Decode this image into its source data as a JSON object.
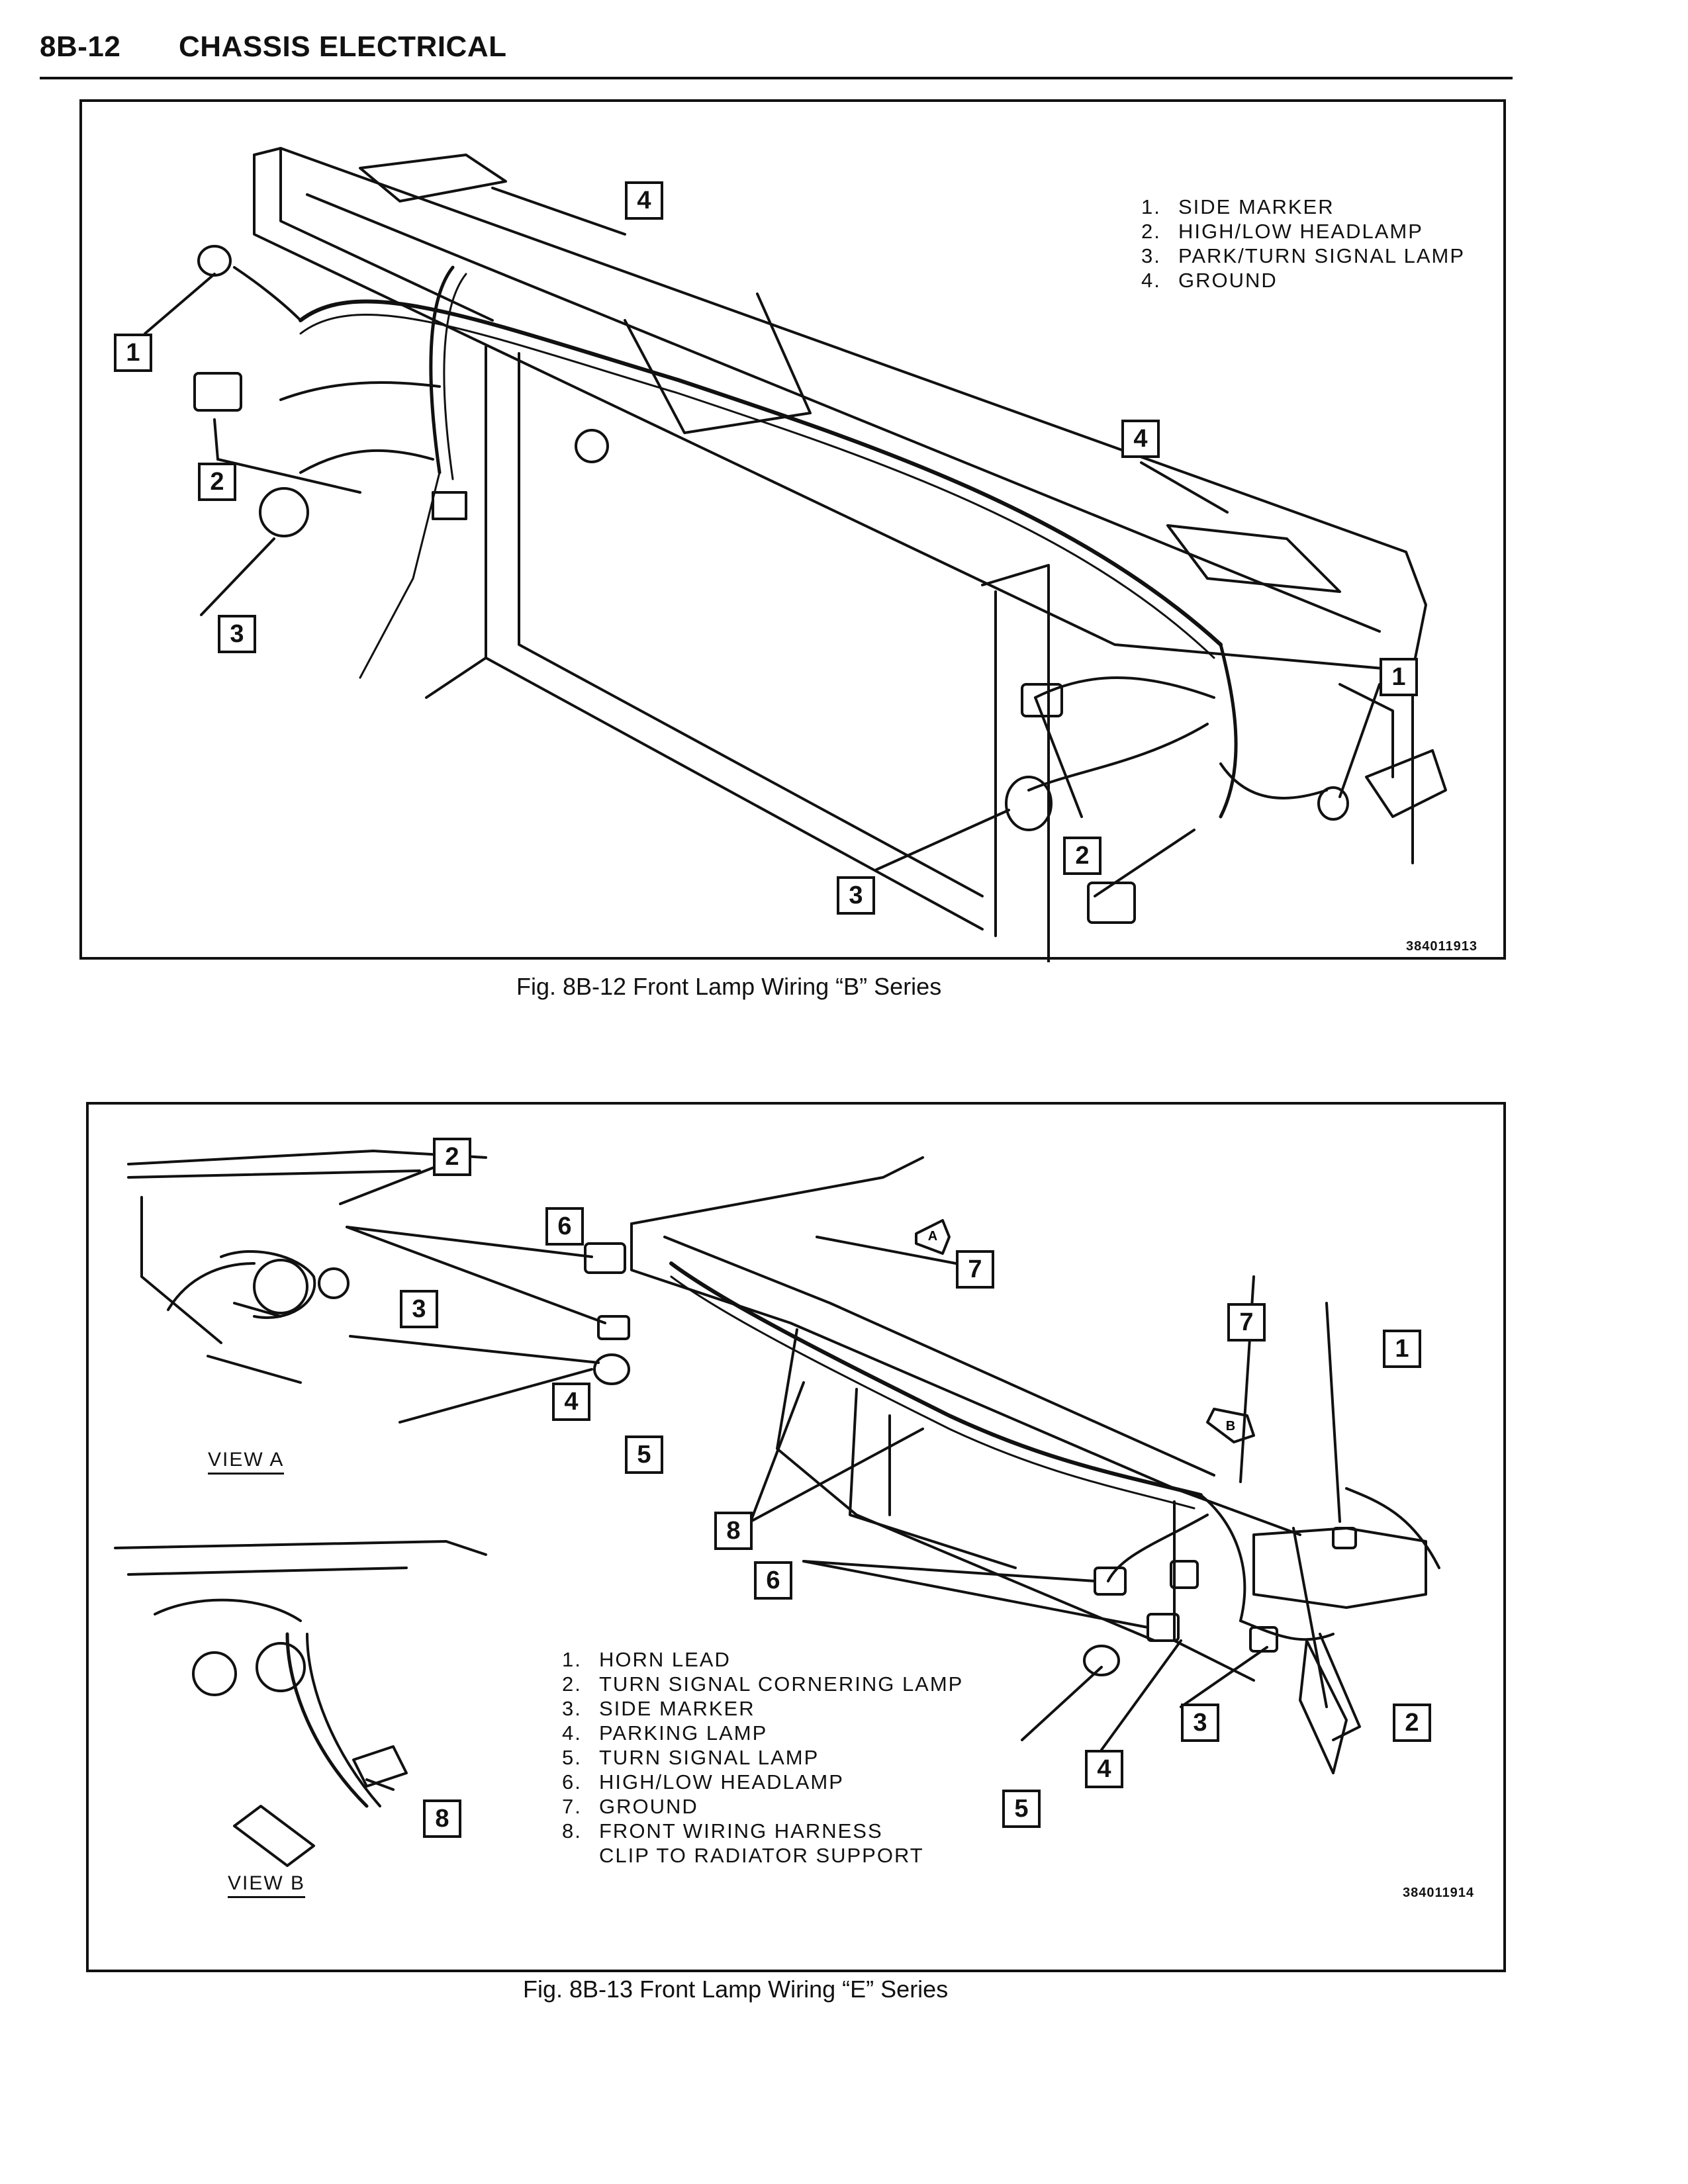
{
  "header": {
    "page_number": "8B-12",
    "section_title": "CHASSIS ELECTRICAL"
  },
  "figure_b": {
    "legend": [
      {
        "num": "1.",
        "text": "SIDE MARKER"
      },
      {
        "num": "2.",
        "text": "HIGH/LOW HEADLAMP"
      },
      {
        "num": "3.",
        "text": "PARK/TURN SIGNAL LAMP"
      },
      {
        "num": "4.",
        "text": "GROUND"
      }
    ],
    "callouts": [
      "4",
      "1",
      "2",
      "3",
      "4",
      "1",
      "2",
      "3"
    ],
    "drawing_number": "384011913",
    "caption": "Fig. 8B-12 Front Lamp Wiring “B” Series"
  },
  "figure_e": {
    "legend": [
      {
        "num": "1.",
        "text": "HORN LEAD"
      },
      {
        "num": "2.",
        "text": "TURN SIGNAL CORNERING LAMP"
      },
      {
        "num": "3.",
        "text": "SIDE MARKER"
      },
      {
        "num": "4.",
        "text": "PARKING LAMP"
      },
      {
        "num": "5.",
        "text": "TURN SIGNAL LAMP"
      },
      {
        "num": "6.",
        "text": "HIGH/LOW HEADLAMP"
      },
      {
        "num": "7.",
        "text": "GROUND"
      },
      {
        "num": "8.",
        "text": "FRONT WIRING HARNESS"
      },
      {
        "num": "",
        "text": "CLIP TO RADIATOR SUPPORT"
      }
    ],
    "callouts": [
      "2",
      "3",
      "8",
      "6",
      "7",
      "4",
      "5",
      "7",
      "1",
      "8",
      "6",
      "3",
      "2",
      "4",
      "5"
    ],
    "view_a_label": "VIEW A",
    "view_b_label": "VIEW B",
    "drawing_number": "384011914",
    "caption": "Fig. 8B-13 Front Lamp Wiring “E” Series",
    "direction_markers": [
      "A",
      "B"
    ]
  }
}
